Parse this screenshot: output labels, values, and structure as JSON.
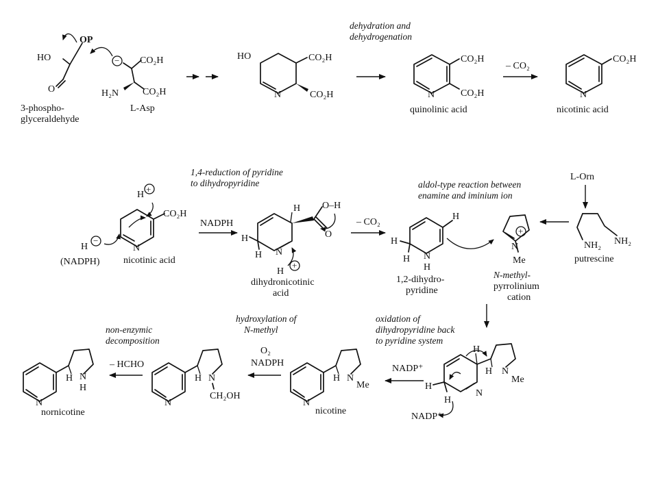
{
  "row1": {
    "op": "OP",
    "ho": "HO",
    "o": "O",
    "minus": "−",
    "co2h": "CO₂H",
    "h2n": "H₂N",
    "gap_name_line1": "3-phospho-",
    "gap_name_line2": "glyceraldehyde",
    "asp_name": "L-Asp",
    "ho2": "HO",
    "n": "N",
    "step_label_line1": "dehydration and",
    "step_label_line2": "dehydrogenation",
    "quin_name": "quinolinic acid",
    "minus_co2": "– CO₂",
    "nic_name": "nicotinic acid"
  },
  "row2": {
    "reduction_label_line1": "1,4-reduction of pyridine",
    "reduction_label_line2": "to dihydropyridine",
    "h": "H",
    "plus": "+",
    "minus": "−",
    "nadph_paren": "(NADPH)",
    "co2h": "CO₂H",
    "n": "N",
    "nic_name": "nicotinic acid",
    "nadph": "NADPH",
    "oh": "O–H",
    "o": "O",
    "dhn_name_line1": "dihydronicotinic",
    "dhn_name_line2": "acid",
    "minus_co2": "– CO₂",
    "dhp_name_line1": "1,2-dihydro-",
    "dhp_name_line2": "pyridine",
    "aldol_label_line1": "aldol-type reaction between",
    "aldol_label_line2": "enamine and iminium ion",
    "me": "Me",
    "pyr_name_line1": "N-methyl-",
    "pyr_name_line2": "pyrrolinium",
    "pyr_name_line3": "cation",
    "orn": "L-Orn",
    "nh2": "NH₂",
    "put_name": "putrescine"
  },
  "row3": {
    "nonenz_label_line1": "non-enzymic",
    "nonenz_label_line2": "decomposition",
    "minus_hcho": "– HCHO",
    "hydrox_label_line1": "hydroxylation of",
    "hydrox_label_line2": "N-methyl",
    "o2": "O₂",
    "nadph": "NADPH",
    "oxid_label_line1": "oxidation of",
    "oxid_label_line2": "dihydropyridine back",
    "oxid_label_line3": "to pyridine system",
    "nadp_plus": "NADP⁺",
    "h": "H",
    "n": "N",
    "me": "Me",
    "ch2oh": "CH₂OH",
    "nornic_name": "nornicotine",
    "nic_name": "nicotine"
  }
}
